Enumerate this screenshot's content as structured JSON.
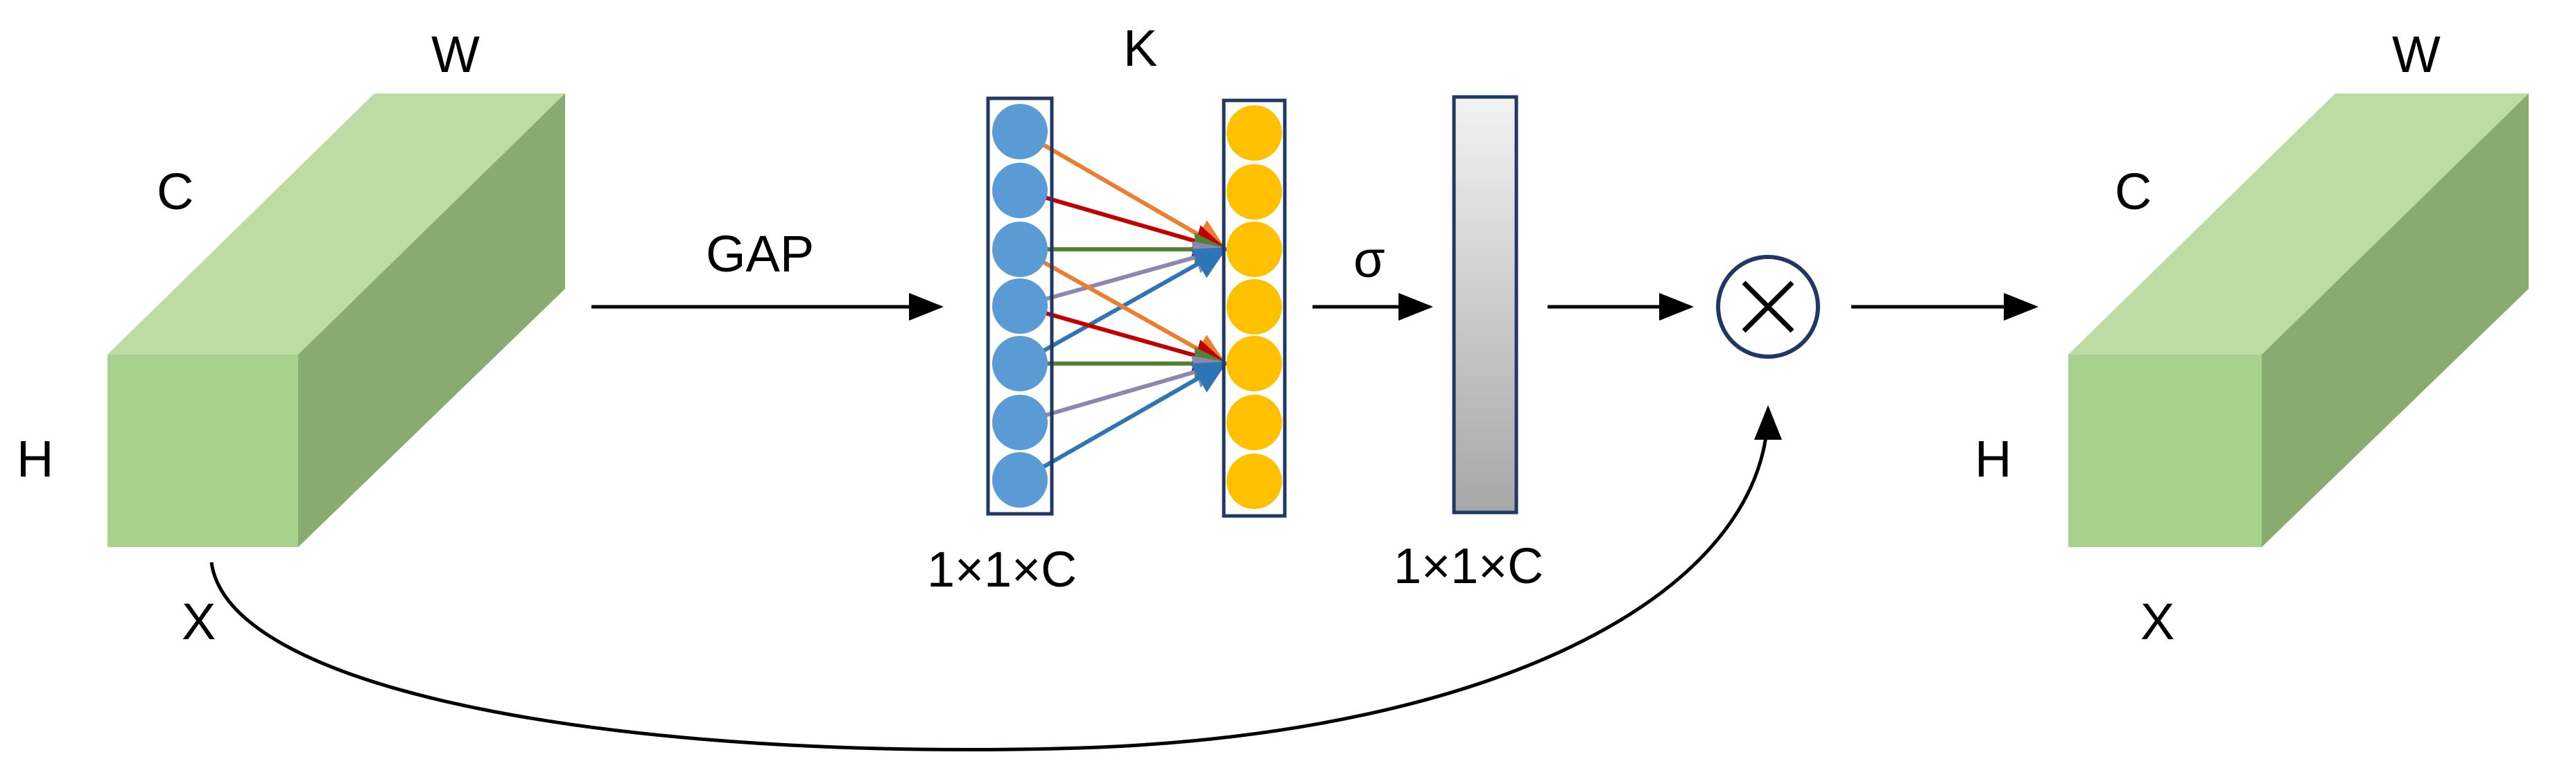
{
  "input_block": {
    "label_w": "W",
    "label_c": "C",
    "label_h": "H",
    "label_x": "X"
  },
  "output_block": {
    "label_w": "W",
    "label_c": "C",
    "label_h": "H",
    "label_x": "X"
  },
  "gap_label": "GAP",
  "k_label": "K",
  "sigma_label": "σ",
  "left_column_size_label": "1×1×C",
  "right_bar_size_label": "1×1×C",
  "multiply_symbol": "×",
  "node_counts": {
    "input_nodes": 7,
    "output_nodes": 7
  },
  "colors": {
    "cube_front": "#a9d18e",
    "cube_top": "#bcdca4",
    "cube_side": "#88ab6f",
    "input_node": "#5b9bd5",
    "output_node": "#ffc000",
    "column_border": "#1f3864",
    "connection_colors": [
      "#ed7d31",
      "#c00000",
      "#548235",
      "#8e86ae",
      "#2e75b6"
    ]
  }
}
